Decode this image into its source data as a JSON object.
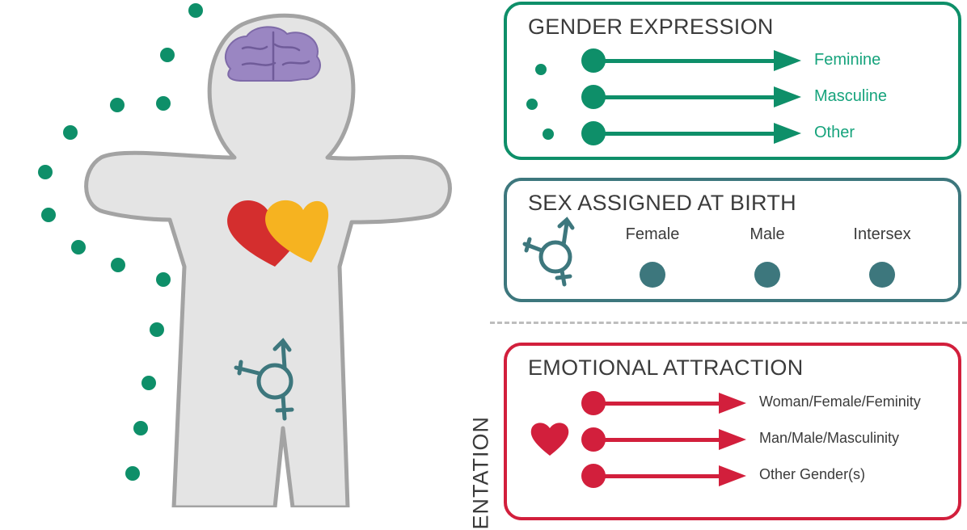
{
  "colors": {
    "green": "#0e8f69",
    "teal": "#3d777d",
    "red": "#d21f3c",
    "body_fill": "#e4e4e4",
    "body_outline": "#a3a3a3",
    "brain": "#9a86c2",
    "heart_red": "#d42e2e",
    "heart_yellow": "#f6b320"
  },
  "icons": [
    "brain-icon",
    "hearts-icon",
    "gender-symbol-icon",
    "heart-icon"
  ],
  "gender_expression": {
    "title": "GENDER EXPRESSION",
    "items": [
      "Feminine",
      "Masculine",
      "Other"
    ]
  },
  "sex_assigned": {
    "title": "SEX ASSIGNED AT BIRTH",
    "options": [
      "Female",
      "Male",
      "Intersex"
    ]
  },
  "emotional_attraction": {
    "title": "EMOTIONAL ATTRACTION",
    "items": [
      "Woman/Female/Feminity",
      "Man/Male/Masculinity",
      "Other Gender(s)"
    ]
  },
  "side_label": "ENTATION"
}
